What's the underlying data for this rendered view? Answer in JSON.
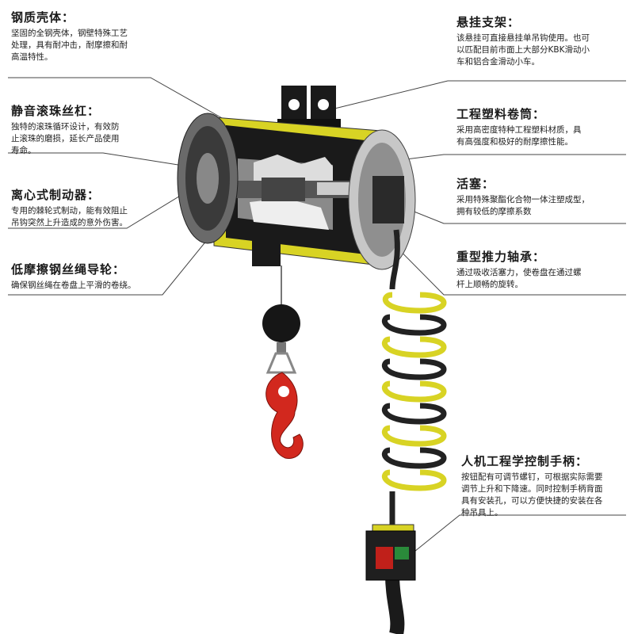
{
  "callouts": {
    "steel_shell": {
      "title": "钢质壳体：",
      "desc": [
        "坚固的全钢壳体，钢壁特殊工艺",
        "处理，具有耐冲击，耐摩擦和耐",
        "高温特性。"
      ]
    },
    "ball_screw": {
      "title": "静音滚珠丝杠：",
      "desc": [
        "独特的滚珠循环设计，有效防",
        "止滚珠的磨损，延长产品使用",
        "寿命。"
      ]
    },
    "brake": {
      "title": "离心式制动器：",
      "desc": [
        "专用的棘轮式制动，能有效阻止",
        "吊钩突然上升造成的意外伤害。"
      ]
    },
    "rope_guide": {
      "title": "低摩擦钢丝绳导轮：",
      "desc": [
        "确保钢丝绳在卷盘上平滑的卷绕。"
      ]
    },
    "bracket": {
      "title": "悬挂支架：",
      "desc": [
        "该悬挂可直接悬挂单吊钩使用。也可",
        "以匹配目前市面上大部分KBK滑动小",
        "车和铝合金滑动小车。"
      ]
    },
    "drum": {
      "title": "工程塑料卷筒：",
      "desc": [
        "采用高密度特种工程塑料材质，具",
        "有高强度和极好的耐摩擦性能。"
      ]
    },
    "piston": {
      "title": "活塞：",
      "desc": [
        "采用特殊聚酯化合物一体注塑成型，",
        "拥有较低的摩擦系数"
      ]
    },
    "bearing": {
      "title": "重型推力轴承：",
      "desc": [
        "通过吸收活塞力，使卷盘在通过螺",
        "杆上顺畅的旋转。"
      ]
    },
    "handle": {
      "title": "人机工程学控制手柄：",
      "desc": [
        "按钮配有可调节螺钉，可根据实际需要",
        "调节上升和下降速。同时控制手柄背面",
        "具有安装孔，可以方便快捷的安装在各",
        "种吊具上。"
      ]
    }
  },
  "colors": {
    "yellow": "#d8d324",
    "dark": "#1c1c1c",
    "hook_red": "#d2281e",
    "button_red": "#c0201a",
    "button_green": "#2a8a3a"
  }
}
